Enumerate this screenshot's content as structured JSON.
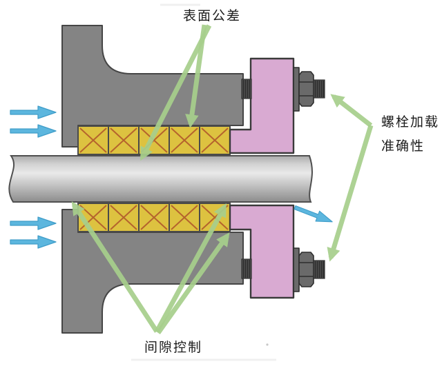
{
  "diagram": {
    "labels": {
      "surface_tolerance": "表面公差",
      "bolt_loading_line1": "螺栓加载",
      "bolt_loading_line2": "准确性",
      "clearance_control": "间隙控制"
    }
  },
  "colors": {
    "background": "#ffffff",
    "housing_gray": "#848484",
    "outline_dark": "#454545",
    "packing_yellow": "#ddc240",
    "packing_cross": "#b5632d",
    "gland_pink": "#d9aad2",
    "hardware_gray": "#6a6a6a",
    "shaft_light": "#e9e9e9",
    "shaft_dark": "#8c8c8c",
    "flow_blue": "#5cb6de",
    "flow_blue_edge": "#3e9cc8",
    "leader_green": "#a7cf8c",
    "label_text": "#1b1b1b"
  }
}
